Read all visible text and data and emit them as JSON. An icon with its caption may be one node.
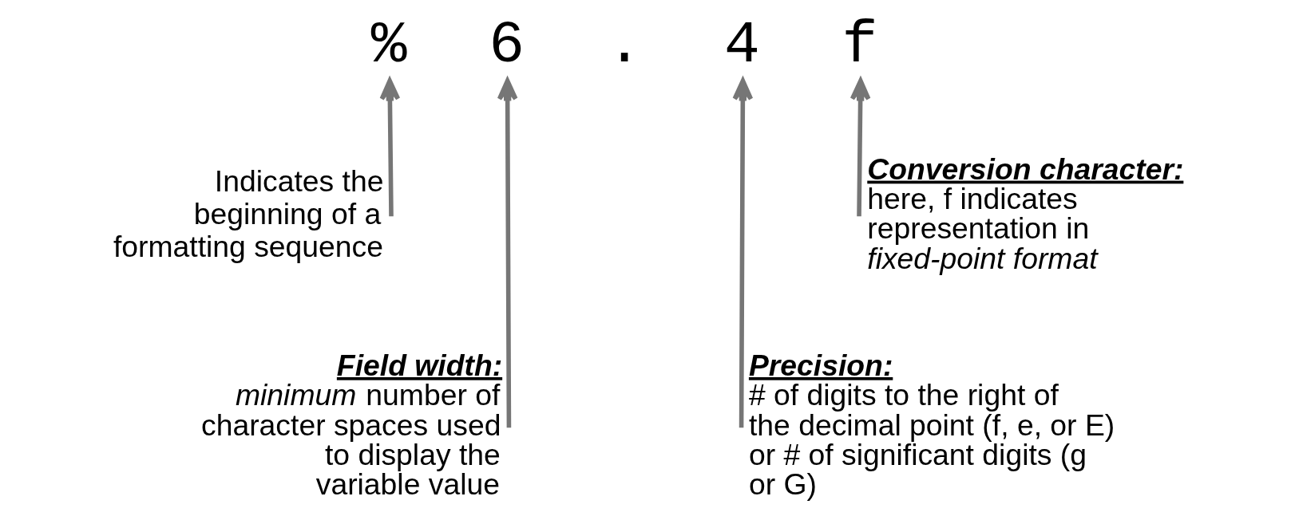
{
  "diagram": {
    "nodes": [
      {
        "text": [
          "%"
        ]
      },
      {
        "text": [
          "6"
        ]
      },
      {
        "text": [
          "."
        ]
      },
      {
        "text": [
          "4"
        ]
      },
      {
        "text": [
          "f"
        ]
      },
      {
        "text": [
          "Indicates the beginning of a formatting sequence"
        ]
      },
      {
        "text": [
          "Conversion character:",
          "here, f indicates representation in *fixed-point format*"
        ]
      },
      {
        "text": [
          "Field width:",
          "*minimum* number of character spaces used to display the variable value"
        ]
      },
      {
        "text": [
          "Precision:",
          "# of digits to the right of the decimal point (f, e, or E) or # of significant digits (g or G)"
        ]
      }
    ],
    "edges": [
      {
        "from": 5,
        "to": 0,
        "arrow": "to"
      },
      {
        "from": 7,
        "to": 1,
        "arrow": "to"
      },
      {
        "from": 8,
        "to": 3,
        "arrow": "to"
      },
      {
        "from": 6,
        "to": 4,
        "arrow": "to"
      }
    ]
  }
}
